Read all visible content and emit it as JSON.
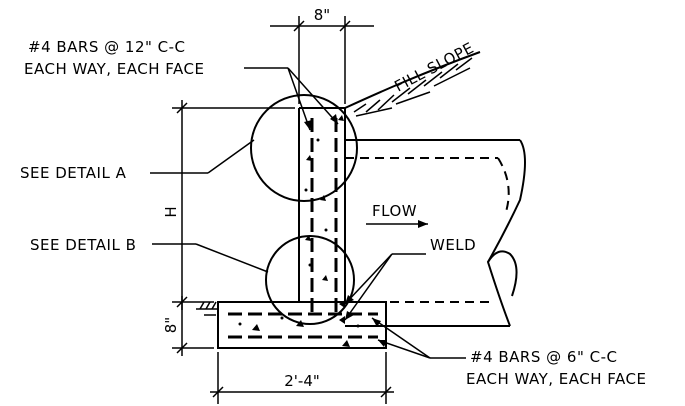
{
  "labels": {
    "top_bars_line1": "#4 BARS @ 12\" C-C",
    "top_bars_line2": "EACH WAY, EACH FACE",
    "fill_slope": "FILL SLOPE",
    "see_detail_a": "SEE DETAIL A",
    "see_detail_b": "SEE DETAIL B",
    "flow": "FLOW",
    "weld": "WELD",
    "bottom_bars_line1": "#4 BARS @ 6\" C-C",
    "bottom_bars_line2": "EACH WAY, EACH FACE"
  },
  "dimensions": {
    "wall_thickness": "8\"",
    "wall_height": "H",
    "footing_thickness": "8\"",
    "footing_width": "2'-4\""
  }
}
